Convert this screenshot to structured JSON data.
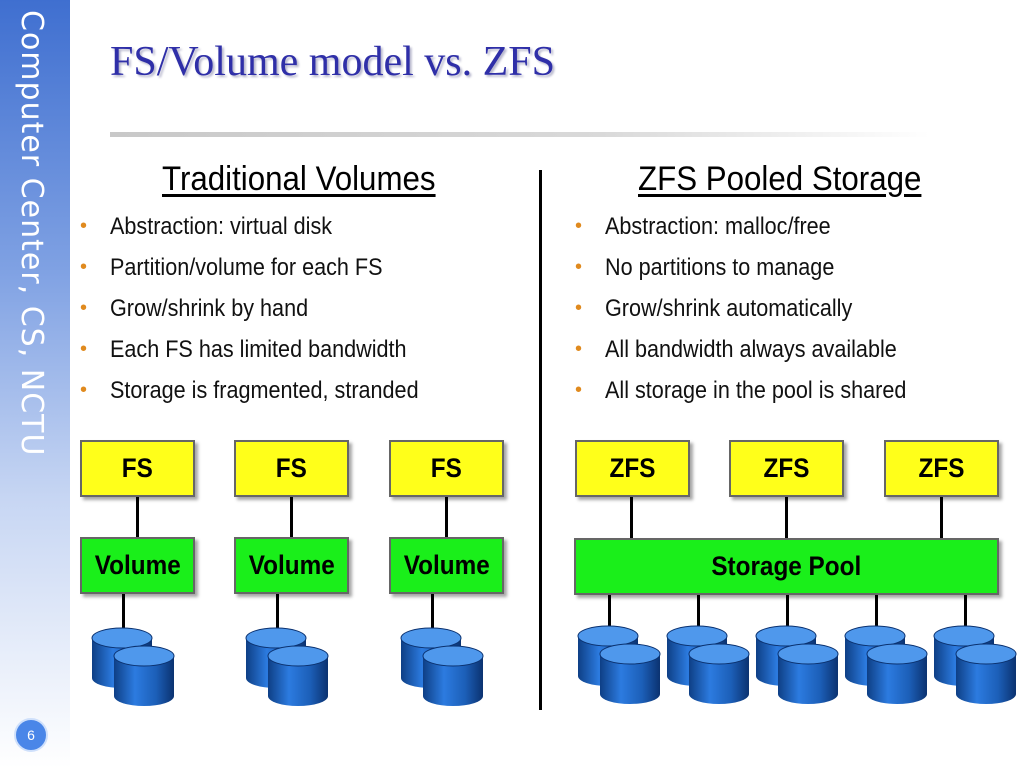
{
  "sidebar": {
    "text": "Computer Center, CS, NCTU",
    "page_number": "6"
  },
  "title": "FS/Volume model vs. ZFS",
  "left": {
    "heading": "Traditional Volumes",
    "bullets": [
      "Abstraction: virtual disk",
      "Partition/volume for each FS",
      "Grow/shrink by hand",
      "Each FS has limited bandwidth",
      "Storage is fragmented, stranded"
    ],
    "fs_label": "FS",
    "volume_label": "Volume"
  },
  "right": {
    "heading": "ZFS Pooled Storage",
    "bullets": [
      "Abstraction: malloc/free",
      "No partitions to manage",
      "Grow/shrink automatically",
      "All bandwidth always available",
      "All storage in the pool is shared"
    ],
    "zfs_label": "ZFS",
    "pool_label": "Storage Pool"
  },
  "colors": {
    "title": "#2f2fa8",
    "bullet": "#e08a1e",
    "fs_box": "#ffff1a",
    "volume_box": "#1aef1a",
    "disk": "#1c5fb8"
  },
  "icons": {
    "bullet": "•",
    "disk": "disk-icon"
  }
}
